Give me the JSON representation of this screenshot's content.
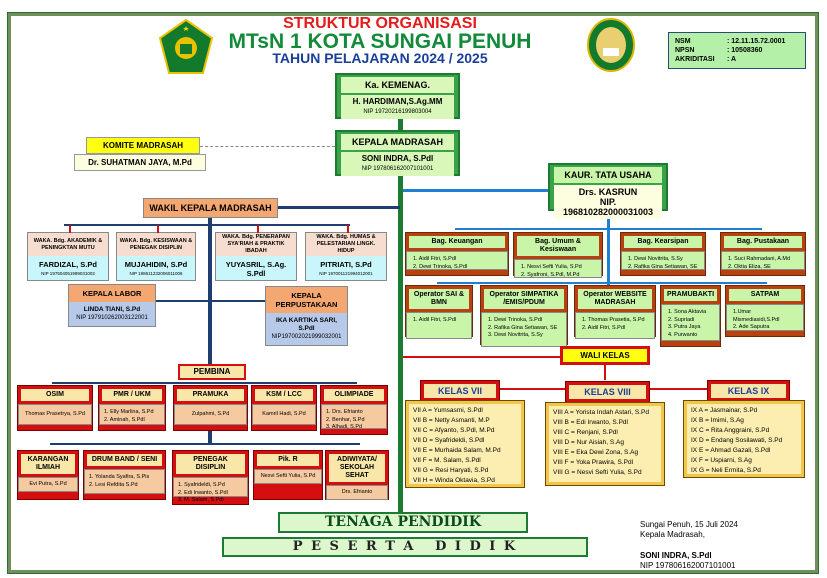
{
  "header": {
    "title1": "STRUKTUR ORGANISASI",
    "title2": "MTsN 1 KOTA SUNGAI PENUH",
    "title3": "TAHUN PELAJARAN 2024 / 2025"
  },
  "info": [
    {
      "k": "NSM",
      "v": ": 12.11.15.72.0001"
    },
    {
      "k": "NPSN",
      "v": ": 10508360"
    },
    {
      "k": "AKRIDITASI",
      "v": ": A"
    }
  ],
  "kemenag": {
    "title": "Ka. KEMENAG.",
    "name": "H. HARDIMAN,S.Ag.MM",
    "nip": "NIP 19720216199803004"
  },
  "kepala": {
    "title": "KEPALA MADRASAH",
    "name": "SONI INDRA, S.Pdl",
    "nip": "NIP 197806162007101001"
  },
  "komite": {
    "title": "KOMITE MADRASAH",
    "name": "Dr. SUHATMAN JAYA, M.Pd"
  },
  "kaur": {
    "title": "KAUR. TATA USAHA",
    "name": "Drs. KASRUN",
    "nip": "NIP. 196810282000031003"
  },
  "wakil": {
    "title": "WAKIL KEPALA MADRASAH"
  },
  "waka": [
    {
      "title": "WAKA. Bdg. AKADEMIK & PENINGKTAN MUTU",
      "name": "FARDIZAL, S.Pd",
      "nip": "NIP 197504051999031002"
    },
    {
      "title": "WAKA. Bdg. KESISWAAN & PENEGAK DISIPLIN",
      "name": "MUJAHIDIN, S.Pd",
      "nip": "NIP 198611232006011006"
    },
    {
      "title": "WAKA. Bdg. PENERAPAN SYA'RIAH & PRAKTIK IBADAH",
      "name": "YUYASRIL, S.Ag. S.Pdl",
      "nip": ""
    },
    {
      "title": "WAKA. Bdg. HUMAS & PELESTARIAN LINGK. HIDUP",
      "name": "PITRIATI, S.Pd",
      "nip": "NIP 197001121994012001"
    }
  ],
  "labor": {
    "title": "KEPALA LABOR",
    "name": "LINDA TIANI, S.Pd",
    "nip": "NIP 197910262003122001"
  },
  "perpus": {
    "title": "KEPALA PERPUSTAKAAN",
    "name": "IKA KARTIKA SARI, S.Pdl",
    "nip": "NIP197002021999032001"
  },
  "tu": [
    {
      "title": "Bag. Keuangan",
      "members": [
        "1. Aidil Fitri, S.Pdl",
        "2. Dewi Trinoka, S.Pdl"
      ]
    },
    {
      "title": "Bag. Umum & Kesiswaan",
      "members": [
        "1. Nesvi Sefti Yulia, S.Pd",
        "2. Syafroni, S.Pdl, M.Pd"
      ]
    },
    {
      "title": "Bag. Kearsipan",
      "members": [
        "1. Dewi Novitrita, S.Sy",
        "2. Rafika Gina Setiawan, SE"
      ]
    },
    {
      "title": "Bag. Pustakaan",
      "members": [
        "1. Suci Rahmadani, A.Md",
        "2. Oktia Eliza, SE"
      ]
    },
    {
      "title": "Operator SAI & BMN",
      "members": [
        "1. Aidil Fitri, S.Pdl"
      ]
    },
    {
      "title": "Operator SIMPATIKA /EMIS/PDUM",
      "members": [
        "1. Dewi Trinoka, S.Pdl",
        "2. Rafika Gina Setiawan, SE",
        "3. Dewi Novitrita, S.Sy"
      ]
    },
    {
      "title": "Operator WEBSITE MADRASAH",
      "members": [
        "1. Thomas Prasetia, S.Pd",
        "2. Aidil Fitri, S.Pdl"
      ]
    },
    {
      "title": "PRAMUBAKTI",
      "members": [
        "1. Sona Aktavia",
        "2. Supriadi",
        "3. Putra Jaya",
        "4. Purwanto"
      ]
    },
    {
      "title": "SATPAM",
      "members": [
        "1.Umar Mismediasidi,S.Pdl",
        "2. Ade Saputra"
      ]
    }
  ],
  "pembina": {
    "title": "PEMBINA",
    "groups": [
      {
        "title": "OSIM",
        "members": [
          "Thomas Prasetrya, S.Pd"
        ]
      },
      {
        "title": "PMR / UKM",
        "members": [
          "1. Elly Marlina, S.Pd",
          "2. Aminah, S.Pdl"
        ]
      },
      {
        "title": "PRAMUKA",
        "members": [
          "Zulpahmi, S.Pd"
        ]
      },
      {
        "title": "KSM / LCC",
        "members": [
          "Kamril Hadi, S.Pd"
        ]
      },
      {
        "title": "OLIMPIADE",
        "members": [
          "1. Drs. Efrianto",
          "2. Benhar, S.Pd",
          "3. Alhadi, S.Pd"
        ]
      },
      {
        "title": "KARANGAN ILMIAH",
        "members": [
          "Evi Putra, S.Pd"
        ]
      },
      {
        "title": "DRUM BAND / SENI",
        "members": [
          "1. Yolanda Syafira, S.Pis",
          "2. Lesi Refdita S.Pd"
        ]
      },
      {
        "title": "PENEGAK DISIPLIN",
        "members": [
          "1. Syafrideldi, S.Pd",
          "2. Edi Irwanto, S.Pdl",
          "3. M. Salam, S.Pdl"
        ]
      },
      {
        "title": "Pik. R",
        "members": [
          "Nesvi Sefti Yulia, S.Pd"
        ]
      },
      {
        "title": "ADIWIYATA/ SEKOLAH SEHAT",
        "members": [
          "Drs. Efrianto"
        ]
      }
    ]
  },
  "wali": {
    "title": "WALI KELAS",
    "kelas": [
      {
        "title": "KELAS VII",
        "members": [
          "VII A = Yumsasmi, S.Pdl",
          "VII B = Netty Asmanti, M.P",
          "VII C = Afyanto, S.Pdl, M.Pd",
          "VII D = Syafrideldi, S.Pdl",
          "VII E = Murhaida Salam, M.Pd",
          "VII F = M. Salam, S.Pdl",
          "VII G = Resi Haryati, S.Pd",
          "VII H = Winda Oktavia, S.Pd"
        ]
      },
      {
        "title": "KELAS VIII",
        "members": [
          "VIII A = Yorista Indah Astari, S.Pd",
          "VIII B = Edi Irwanto, S.Pdl",
          "VIII C = Renjani, S.Pdl",
          "VIII D = Nur Aisiah, S.Ag",
          "VIII E = Eka Dewi Zona, S.Ag",
          "VIII F = Yoka Prawira, S.Pdl",
          "VIII G = Nesvi Sefti Yulia, S.Pd"
        ]
      },
      {
        "title": "KELAS IX",
        "members": [
          "IX A = Jasmainar, S.Pd",
          "IX B = Imimi, S.Ag",
          "IX C = Rita Anggraini, S.Pd",
          "IX D = Endang Sosilawati, S.Pd",
          "IX E = Ahmad Gazali, S.Pdl",
          "IX F = Uspiarni, S.Ag",
          "IX G = Neli Ermita, S.Pd"
        ]
      }
    ]
  },
  "footer": {
    "tenaga": "TENAGA PENDIDIK",
    "peserta": "P E S E R T A   D I D I K",
    "place_date": "Sungai Penuh, 15 Juli 2024",
    "role": "Kepala Madrasah,",
    "sign_name": "SONI INDRA, S.Pdl",
    "sign_nip": "NIP 197806162007101001"
  }
}
